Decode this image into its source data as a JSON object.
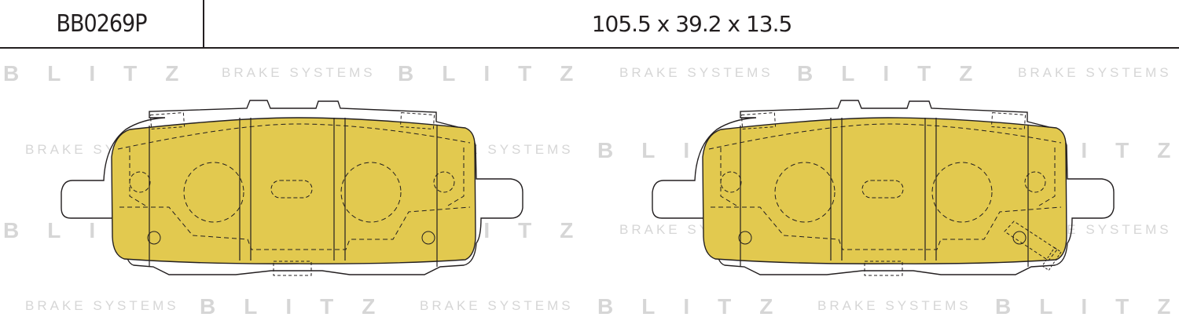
{
  "header": {
    "part_number": "BB0269P",
    "dimensions": "105.5 x 39.2 x 13.5"
  },
  "watermark": {
    "brand": "BLITZ",
    "tagline": "BRAKE SYSTEMS"
  },
  "colors": {
    "pad_fill": "#e2c94f",
    "outline": "#231f20",
    "watermark": "#d6d6d6"
  }
}
